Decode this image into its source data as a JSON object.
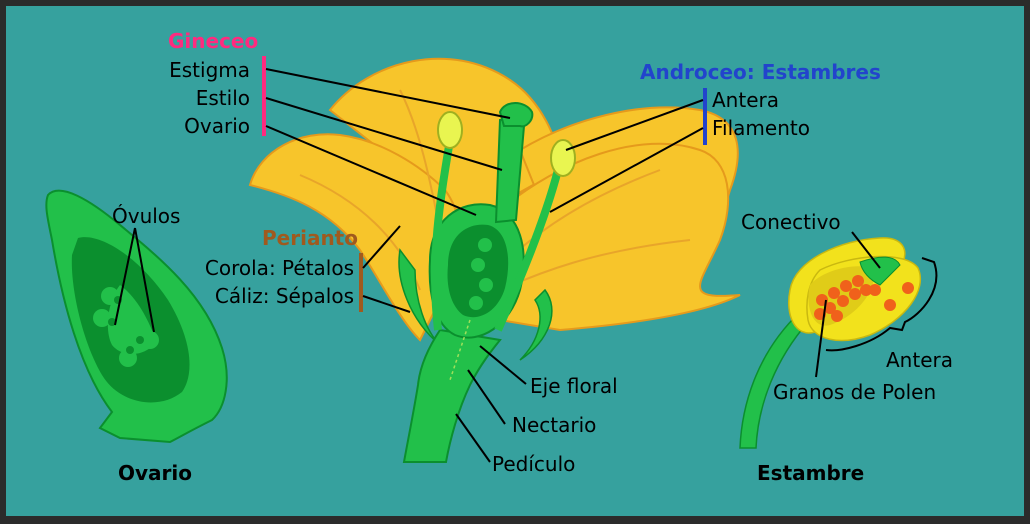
{
  "colors": {
    "background": "#36a19e",
    "petal": "#f7c52b",
    "petal_stroke": "#e59a1c",
    "green_light": "#22c04a",
    "green_dark": "#0b8f2e",
    "orange": "#f0611b",
    "gineceo": "#ff2a7f",
    "androceo": "#2244cc",
    "perianto": "#a05a1e"
  },
  "groups": {
    "gineceo": "Gineceo",
    "androceo": "Androceo: Estambres",
    "perianto": "Perianto"
  },
  "labels": {
    "estigma": "Estigma",
    "estilo": "Estilo",
    "ovario": "Ovario",
    "antera": "Antera",
    "filamento": "Filamento",
    "ovulos": "Óvulos",
    "corola": "Corola: Pétalos",
    "caliz": "Cáliz: Sépalos",
    "conectivo": "Conectivo",
    "antera_detalle": "Antera",
    "granos": "Granos de Polen",
    "eje_floral": "Eje floral",
    "nectario": "Nectario",
    "pediculo": "Pedículo"
  },
  "captions": {
    "ovario": "Ovario",
    "estambre": "Estambre"
  }
}
